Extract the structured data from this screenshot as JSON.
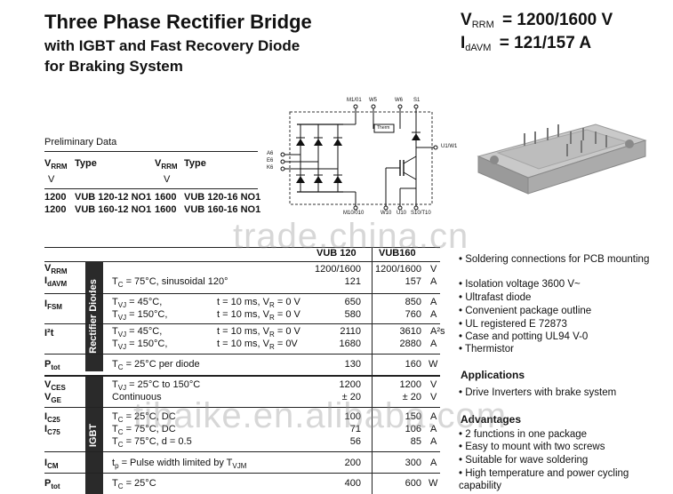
{
  "header": {
    "title_line1": "Three Phase Rectifier Bridge",
    "title_line2": "with IGBT and Fast Recovery Diode",
    "title_line3": "for Braking System"
  },
  "specs": {
    "vrrm_sym": "V",
    "vrrm_sub": "RRM",
    "vrrm_val": "= 1200/1600 V",
    "id_sym": "I",
    "id_sub": "dAVM",
    "id_val": "= 121/157 A"
  },
  "circuit": {
    "m1": "M1/01",
    "w5": "W5",
    "w6": "W6",
    "s1": "S1",
    "a6": "A6",
    "e6": "E6",
    "k6": "K6",
    "u1w1": "U1/W1",
    "therm": "Therm",
    "m10": "M10/010",
    "w10": "W10",
    "u10": "U10",
    "s10t10": "S10/T10"
  },
  "ordering": {
    "prelim": "Preliminary Data",
    "col_v": "V",
    "col_v_sub": "RRM",
    "col_type": "Type",
    "col_v2": "V",
    "col_v2_sub": "RRM",
    "col_type2": "Type",
    "unit_v": "V",
    "unit_v2": "V",
    "rows": [
      {
        "v1": "1200",
        "t1": "VUB 120-12 NO1",
        "v2": "1600",
        "t2": "VUB 120-16 NO1"
      },
      {
        "v1": "1200",
        "t1": "VUB 160-12 NO1",
        "v2": "1600",
        "t2": "VUB 160-16 NO1"
      }
    ]
  },
  "watermarks": {
    "wm1": "trade.china.cn",
    "wm2": "tibaike.en.alibaba.com"
  },
  "table": {
    "col1": "VUB 120",
    "col2": "VUB160",
    "rectifier_label": "Rectifier Diodes",
    "igbt_label": "IGBT",
    "rows": {
      "r1_sym": "V",
      "r1_sub": "RRM",
      "r1_v1": "1200/1600",
      "r1_v2": "1200/1600",
      "r1_u": "V",
      "r2_sym": "I",
      "r2_sub": "dAVM",
      "r2_cond": "= 75°C, sinusoidal 120°",
      "r2_tc": "T",
      "r2_tcsub": "C",
      "r2_v1": "121",
      "r2_v2": "157",
      "r2_u": "A",
      "r3_sym": "I",
      "r3_sub": "FSM",
      "r3a_cond": "=  45°C,",
      "r3a_t": "t = 10 ms, V",
      "r3a_tsub": "R",
      "r3a_tend": " = 0 V",
      "r3a_v1": "650",
      "r3a_v2": "850",
      "r3a_u": "A",
      "r3b_cond": "= 150°C,",
      "r3b_t": "t = 10 ms, V",
      "r3b_tsub": "R",
      "r3b_tend": " = 0 V",
      "r3b_v1": "580",
      "r3b_v2": "760",
      "r3b_u": "A",
      "tvj": "T",
      "tvj_sub": "VJ",
      "r4_sym": "I²t",
      "r4a_cond": "=  45°C,",
      "r4a_t": "t = 10 ms, V",
      "r4a_tsub": "R",
      "r4a_tend": " = 0 V",
      "r4a_v1": "2110",
      "r4a_v2": "3610",
      "r4a_u": "A²s",
      "r4b_cond": "= 150°C,",
      "r4b_t": "t = 10 ms, V",
      "r4b_tsub": "R",
      "r4b_tend": " = 0V",
      "r4b_v1": "1680",
      "r4b_v2": "2880",
      "r4b_u": "A",
      "r5_sym": "P",
      "r5_sub": "tot",
      "r5_cond": "= 25°C per diode",
      "r5_v1": "130",
      "r5_v2": "160",
      "r5_u": "W",
      "r6_sym": "V",
      "r6_sub": "CES",
      "r6_cond": "= 25°C to 150°C",
      "r6_v1": "1200",
      "r6_v2": "1200",
      "r6_u": "V",
      "r7_sym": "V",
      "r7_sub": "GE",
      "r7_cond": "Continuous",
      "r7_v1": "± 20",
      "r7_v2": "± 20",
      "r7_u": "V",
      "r8_sym": "I",
      "r8_sub": "C25",
      "r8_cond": "= 25°C, DC",
      "r8_v1": "100",
      "r8_v2": "150",
      "r8_u": "A",
      "r9_sym": "I",
      "r9_sub": "C75",
      "r9_cond": "= 75°C, DC",
      "r9_v1": "71",
      "r9_v2": "106",
      "r9_u": "A",
      "r10_cond": "= 75°C, d = 0.5",
      "r10_v1": "56",
      "r10_v2": "85",
      "r10_u": "A",
      "r11_sym": "I",
      "r11_sub": "CM",
      "r11_tp": "t",
      "r11_tpsub": "p",
      "r11_cond": "= Pulse width limited by T",
      "r11_condsub": "VJM",
      "r11_v1": "200",
      "r11_v2": "300",
      "r11_u": "A",
      "r12_sym": "P",
      "r12_sub": "tot",
      "r12_cond": "= 25°C",
      "r12_v1": "400",
      "r12_v2": "600",
      "r12_u": "W"
    }
  },
  "features": {
    "list1": [
      "Soldering connections for PCB mounting",
      "Isolation voltage 3600 V~",
      "Ultrafast diode",
      "Convenient package outline",
      "UL registered E 72873",
      "Case and potting UL94 V-0",
      "Thermistor"
    ],
    "applications_title": "Applications",
    "applications": [
      "Drive Inverters with brake system"
    ],
    "advantages_title": "Advantages",
    "advantages": [
      "2 functions in one package",
      "Easy to mount with two screws",
      "Suitable for wave soldering",
      "High temperature and power cycling capability"
    ]
  }
}
